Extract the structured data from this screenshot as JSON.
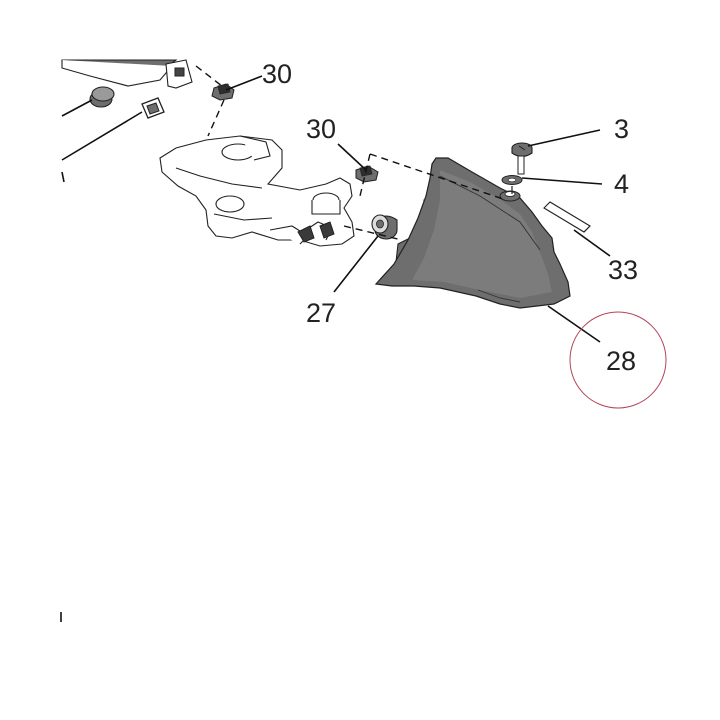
{
  "callouts": {
    "c30a": "30",
    "c30b": "30",
    "c3": "3",
    "c4": "4",
    "c27": "27",
    "c33": "33",
    "c28": "28"
  },
  "colors": {
    "part_fill": "#6e6e6e",
    "part_fill_light": "#8a8a8a",
    "highlight_circle": "#b2455a",
    "line": "#111111"
  }
}
